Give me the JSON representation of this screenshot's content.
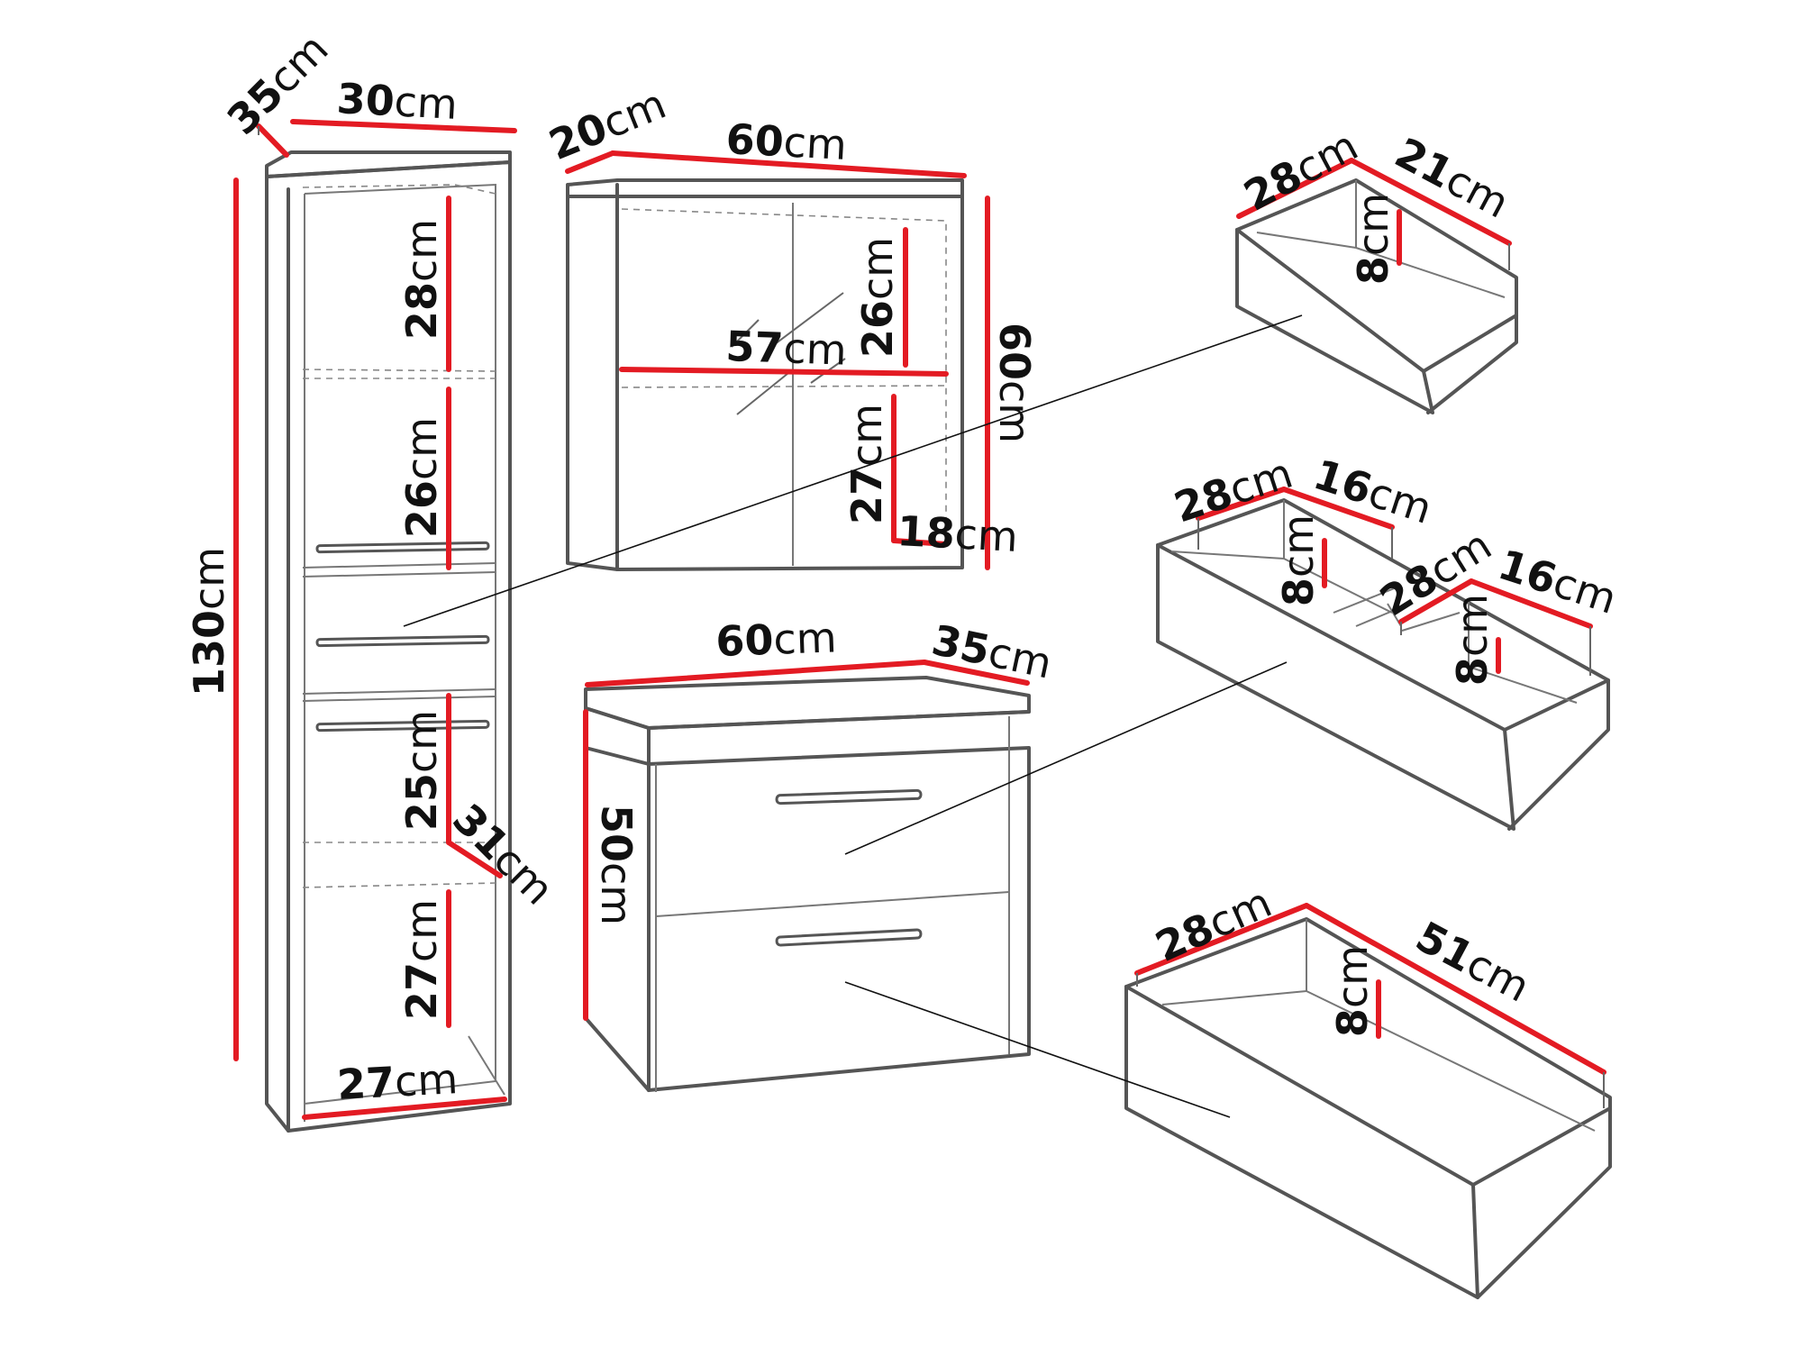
{
  "colors": {
    "dimension_line": "#e31b23",
    "outline": "#555555",
    "text": "#111111"
  },
  "labels": {
    "tall_depth": {
      "num": "35",
      "unit": "cm"
    },
    "tall_width": {
      "num": "30",
      "unit": "cm"
    },
    "tall_height": {
      "num": "130",
      "unit": "cm"
    },
    "tall_shelf1": {
      "num": "28",
      "unit": "cm"
    },
    "tall_shelf2": {
      "num": "26",
      "unit": "cm"
    },
    "tall_shelf3": {
      "num": "25",
      "unit": "cm"
    },
    "tall_shelf_depth": {
      "num": "31",
      "unit": "cm"
    },
    "tall_shelf4": {
      "num": "27",
      "unit": "cm"
    },
    "tall_inner_width": {
      "num": "27",
      "unit": "cm"
    },
    "wall_depth": {
      "num": "20",
      "unit": "cm"
    },
    "wall_width": {
      "num": "60",
      "unit": "cm"
    },
    "wall_height": {
      "num": "60",
      "unit": "cm"
    },
    "wall_upper": {
      "num": "26",
      "unit": "cm"
    },
    "wall_inner_width": {
      "num": "57",
      "unit": "cm"
    },
    "wall_lower": {
      "num": "27",
      "unit": "cm"
    },
    "wall_shelf_depth": {
      "num": "18",
      "unit": "cm"
    },
    "base_width": {
      "num": "60",
      "unit": "cm"
    },
    "base_depth": {
      "num": "35",
      "unit": "cm"
    },
    "base_height": {
      "num": "50",
      "unit": "cm"
    },
    "drawer1_width": {
      "num": "28",
      "unit": "cm"
    },
    "drawer1_depth": {
      "num": "21",
      "unit": "cm"
    },
    "drawer1_height": {
      "num": "8",
      "unit": "cm"
    },
    "drawer2a_width": {
      "num": "28",
      "unit": "cm"
    },
    "drawer2a_depth": {
      "num": "16",
      "unit": "cm"
    },
    "drawer2a_height": {
      "num": "8",
      "unit": "cm"
    },
    "drawer2b_width": {
      "num": "28",
      "unit": "cm"
    },
    "drawer2b_depth": {
      "num": "16",
      "unit": "cm"
    },
    "drawer2b_height": {
      "num": "8",
      "unit": "cm"
    },
    "drawer3_width": {
      "num": "28",
      "unit": "cm"
    },
    "drawer3_depth": {
      "num": "51",
      "unit": "cm"
    },
    "drawer3_height": {
      "num": "8",
      "unit": "cm"
    }
  }
}
